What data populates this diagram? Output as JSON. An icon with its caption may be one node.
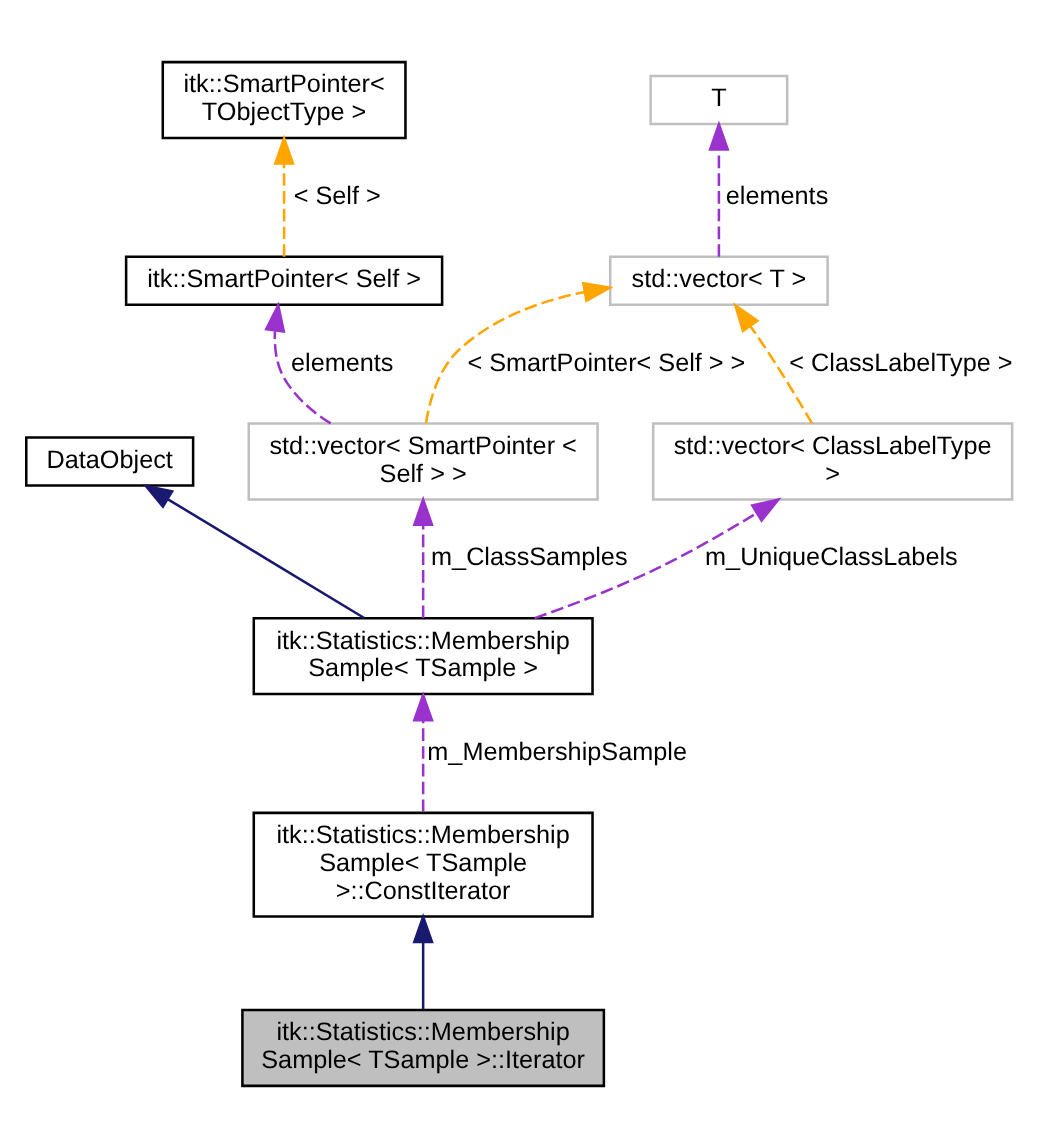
{
  "diagram": {
    "nodes": [
      {
        "text": [
          "itk::SmartPointer< TObjectType >"
        ]
      },
      {
        "text": [
          "T"
        ]
      },
      {
        "text": [
          "itk::SmartPointer< Self >"
        ]
      },
      {
        "text": [
          "std::vector< T >"
        ]
      },
      {
        "text": [
          "DataObject"
        ]
      },
      {
        "text": [
          "std::vector< SmartPointer < Self > >"
        ]
      },
      {
        "text": [
          "std::vector< ClassLabelType >"
        ]
      },
      {
        "text": [
          "itk::Statistics::Membership Sample< TSample >"
        ]
      },
      {
        "text": [
          "itk::Statistics::Membership Sample< TSample >::ConstIterator"
        ]
      },
      {
        "text": [
          "itk::Statistics::Membership Sample< TSample >::Iterator"
        ]
      }
    ],
    "edges": [
      {
        "from": 2,
        "to": 0,
        "arrow": "to",
        "label": "< Self >",
        "style": "dashed",
        "color": "#ffa500"
      },
      {
        "from": 3,
        "to": 1,
        "arrow": "to",
        "label": "elements",
        "style": "dashed",
        "color": "#9a32cd"
      },
      {
        "from": 5,
        "to": 2,
        "arrow": "to",
        "label": "elements",
        "style": "dashed",
        "color": "#9a32cd"
      },
      {
        "from": 5,
        "to": 3,
        "arrow": "to",
        "label": "< SmartPointer< Self > >",
        "style": "dashed",
        "color": "#ffa500"
      },
      {
        "from": 6,
        "to": 3,
        "arrow": "to",
        "label": "< ClassLabelType >",
        "style": "dashed",
        "color": "#ffa500"
      },
      {
        "from": 7,
        "to": 4,
        "arrow": "to",
        "color": "#191970"
      },
      {
        "from": 7,
        "to": 5,
        "arrow": "to",
        "label": "m_ClassSamples",
        "style": "dashed",
        "color": "#9a32cd"
      },
      {
        "from": 7,
        "to": 6,
        "arrow": "to",
        "label": "m_UniqueClassLabels",
        "style": "dashed",
        "color": "#9a32cd"
      },
      {
        "from": 8,
        "to": 7,
        "arrow": "to",
        "label": "m_MembershipSample",
        "style": "dashed",
        "color": "#9a32cd"
      },
      {
        "from": 9,
        "to": 8,
        "arrow": "to",
        "color": "#191970"
      }
    ]
  }
}
